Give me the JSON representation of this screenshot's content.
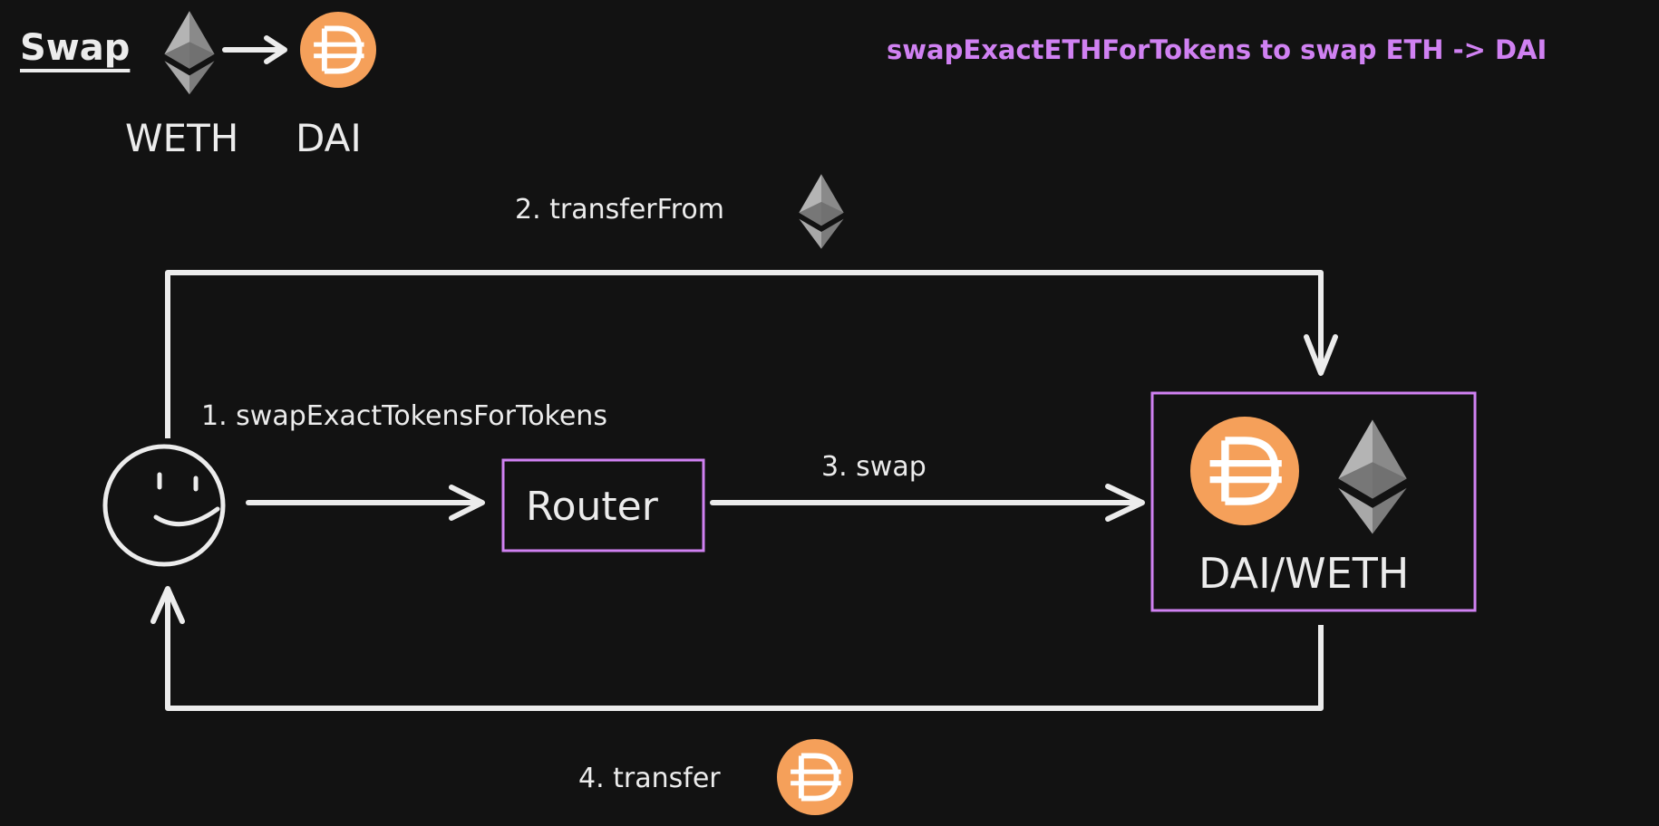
{
  "header": {
    "title": "Swap",
    "token_a": "WETH",
    "token_b": "DAI",
    "note": "swapExactETHForTokens to swap ETH -> DAI"
  },
  "steps": {
    "step1": "1. swapExactTokensForTokens",
    "step2": "2. transferFrom",
    "step3": "3. swap",
    "step4": "4. transfer"
  },
  "router": {
    "label": "Router"
  },
  "pool": {
    "label": "DAI/WETH"
  },
  "icons": {
    "eth": "ethereum-icon",
    "dai": "dai-coin-icon",
    "user": "smiley-face-icon"
  },
  "colors": {
    "background": "#121212",
    "line": "#ececec",
    "box_border": "#d081f2",
    "note_text": "#d081f2",
    "dai_orange": "#f5a05a",
    "eth_gray": "#9a9a9a"
  }
}
